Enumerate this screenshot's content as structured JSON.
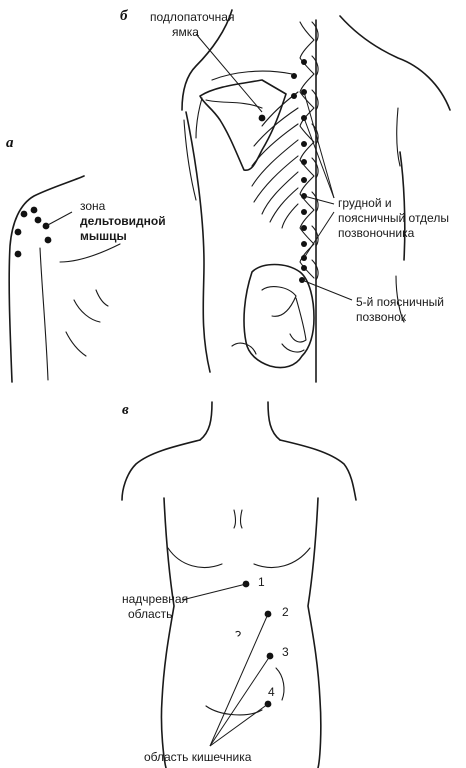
{
  "panels": {
    "a": "а",
    "b": "б",
    "v": "в"
  },
  "labels": {
    "deltoid_line1": "зона",
    "deltoid_line2": "дельтовидной",
    "deltoid_line3": "мышцы",
    "subscapular_line1": "подлопаточная",
    "subscapular_line2": "ямка",
    "spine_line1": "грудной и",
    "spine_line2": "поясничный отделы",
    "spine_line3": "позвоночника",
    "l5_line1": "5-й поясничный",
    "l5_line2": "позвонок",
    "epigastric_line1": "надчревная",
    "epigastric_line2": "область",
    "intestine": "область кишечника"
  },
  "points": {
    "p1": "1",
    "p2": "2",
    "p3": "3",
    "p4": "4"
  }
}
